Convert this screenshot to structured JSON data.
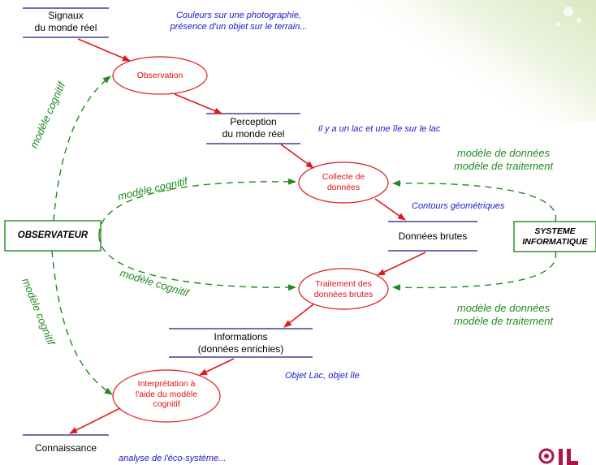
{
  "stores": {
    "signaux": "Signaux\ndu monde réel",
    "perception": "Perception\ndu monde réel",
    "donnees_brutes": "Données brutes",
    "informations": "Informations\n(données enrichies)",
    "connaissance": "Connaissance"
  },
  "processes": {
    "observation": "Observation",
    "collecte": "Collecte de\ndonnées",
    "traitement": "Traitement des\ndonnées brutes",
    "interpretation": "Interprétation à\nl'aide du modèle\ncognitif"
  },
  "agents": {
    "observateur": "OBSERVATEUR",
    "systeme": "SYSTEME\nINFORMATIQUE"
  },
  "notes": {
    "couleurs": "Couleurs sur une photographie,\nprésence d'un objet sur le terrain...",
    "lac": "il y a un lac et une île sur le lac",
    "contours": "Contours géométriques",
    "objet": "Objet Lac, objet île",
    "analyse": "analyse de l'éco-système..."
  },
  "green_labels": {
    "mc1": "modèle cognitif",
    "mc2": "modèle cognitif",
    "mc3": "modèle cognitif",
    "mc4": "modèle cognitif",
    "md_top": "modèle de données\nmodèle de traitement",
    "md_bottom": "modèle de données\nmodèle de traitement"
  },
  "colors": {
    "flow_arrow": "#e01a1a",
    "cognitive_arrow": "#1f8a1f",
    "store_line": "#1a1a7a",
    "process_text": "#e01010",
    "note_text": "#1a1acc",
    "agent_border": "#1f8a1f",
    "logo_color": "#b0124a"
  },
  "logo": {
    "icon": "university-logo"
  }
}
